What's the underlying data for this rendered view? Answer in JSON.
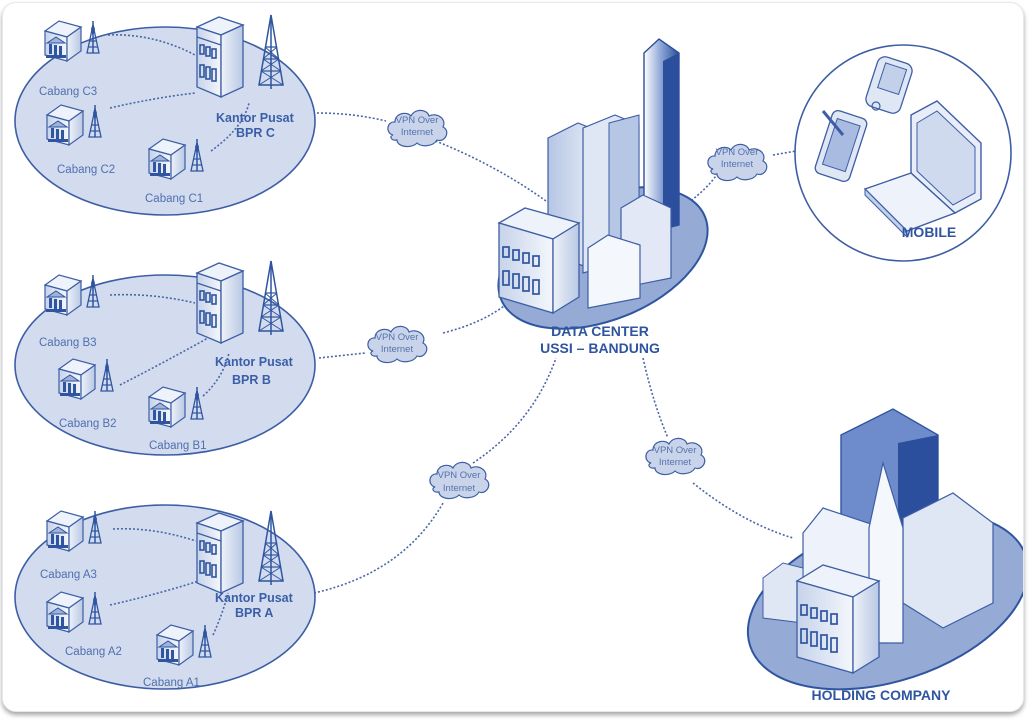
{
  "colors": {
    "primary": "#2f55a0",
    "region_fill": "#d3dcee",
    "outline": "#3d5ea5",
    "cloud_fill": "#c9d4ea",
    "building_light": "#e8edf7",
    "building_dark": "#2b4f9c"
  },
  "data_center": {
    "line1": "DATA CENTER",
    "line2": "USSI – BANDUNG"
  },
  "mobile": {
    "label": "MOBILE"
  },
  "holding": {
    "label": "HOLDING COMPANY"
  },
  "vpn_clouds": [
    {
      "line1": "VPN Over",
      "line2": "Internet"
    },
    {
      "line1": "VPN Over",
      "line2": "Internet"
    },
    {
      "line1": "VPN Over",
      "line2": "Internet"
    },
    {
      "line1": "VPN Over",
      "line2": "Internet"
    },
    {
      "line1": "VPN Over",
      "line2": "Internet"
    }
  ],
  "bpr_groups": [
    {
      "hq_line1": "Kantor Pusat",
      "hq_line2": "BPR C",
      "branches": [
        "Cabang C3",
        "Cabang C2",
        "Cabang C1"
      ]
    },
    {
      "hq_line1": "Kantor Pusat",
      "hq_line2": "BPR B",
      "branches": [
        "Cabang B3",
        "Cabang B2",
        "Cabang B1"
      ]
    },
    {
      "hq_line1": "Kantor Pusat",
      "hq_line2": "BPR A",
      "branches": [
        "Cabang A3",
        "Cabang A2",
        "Cabang A1"
      ]
    }
  ]
}
